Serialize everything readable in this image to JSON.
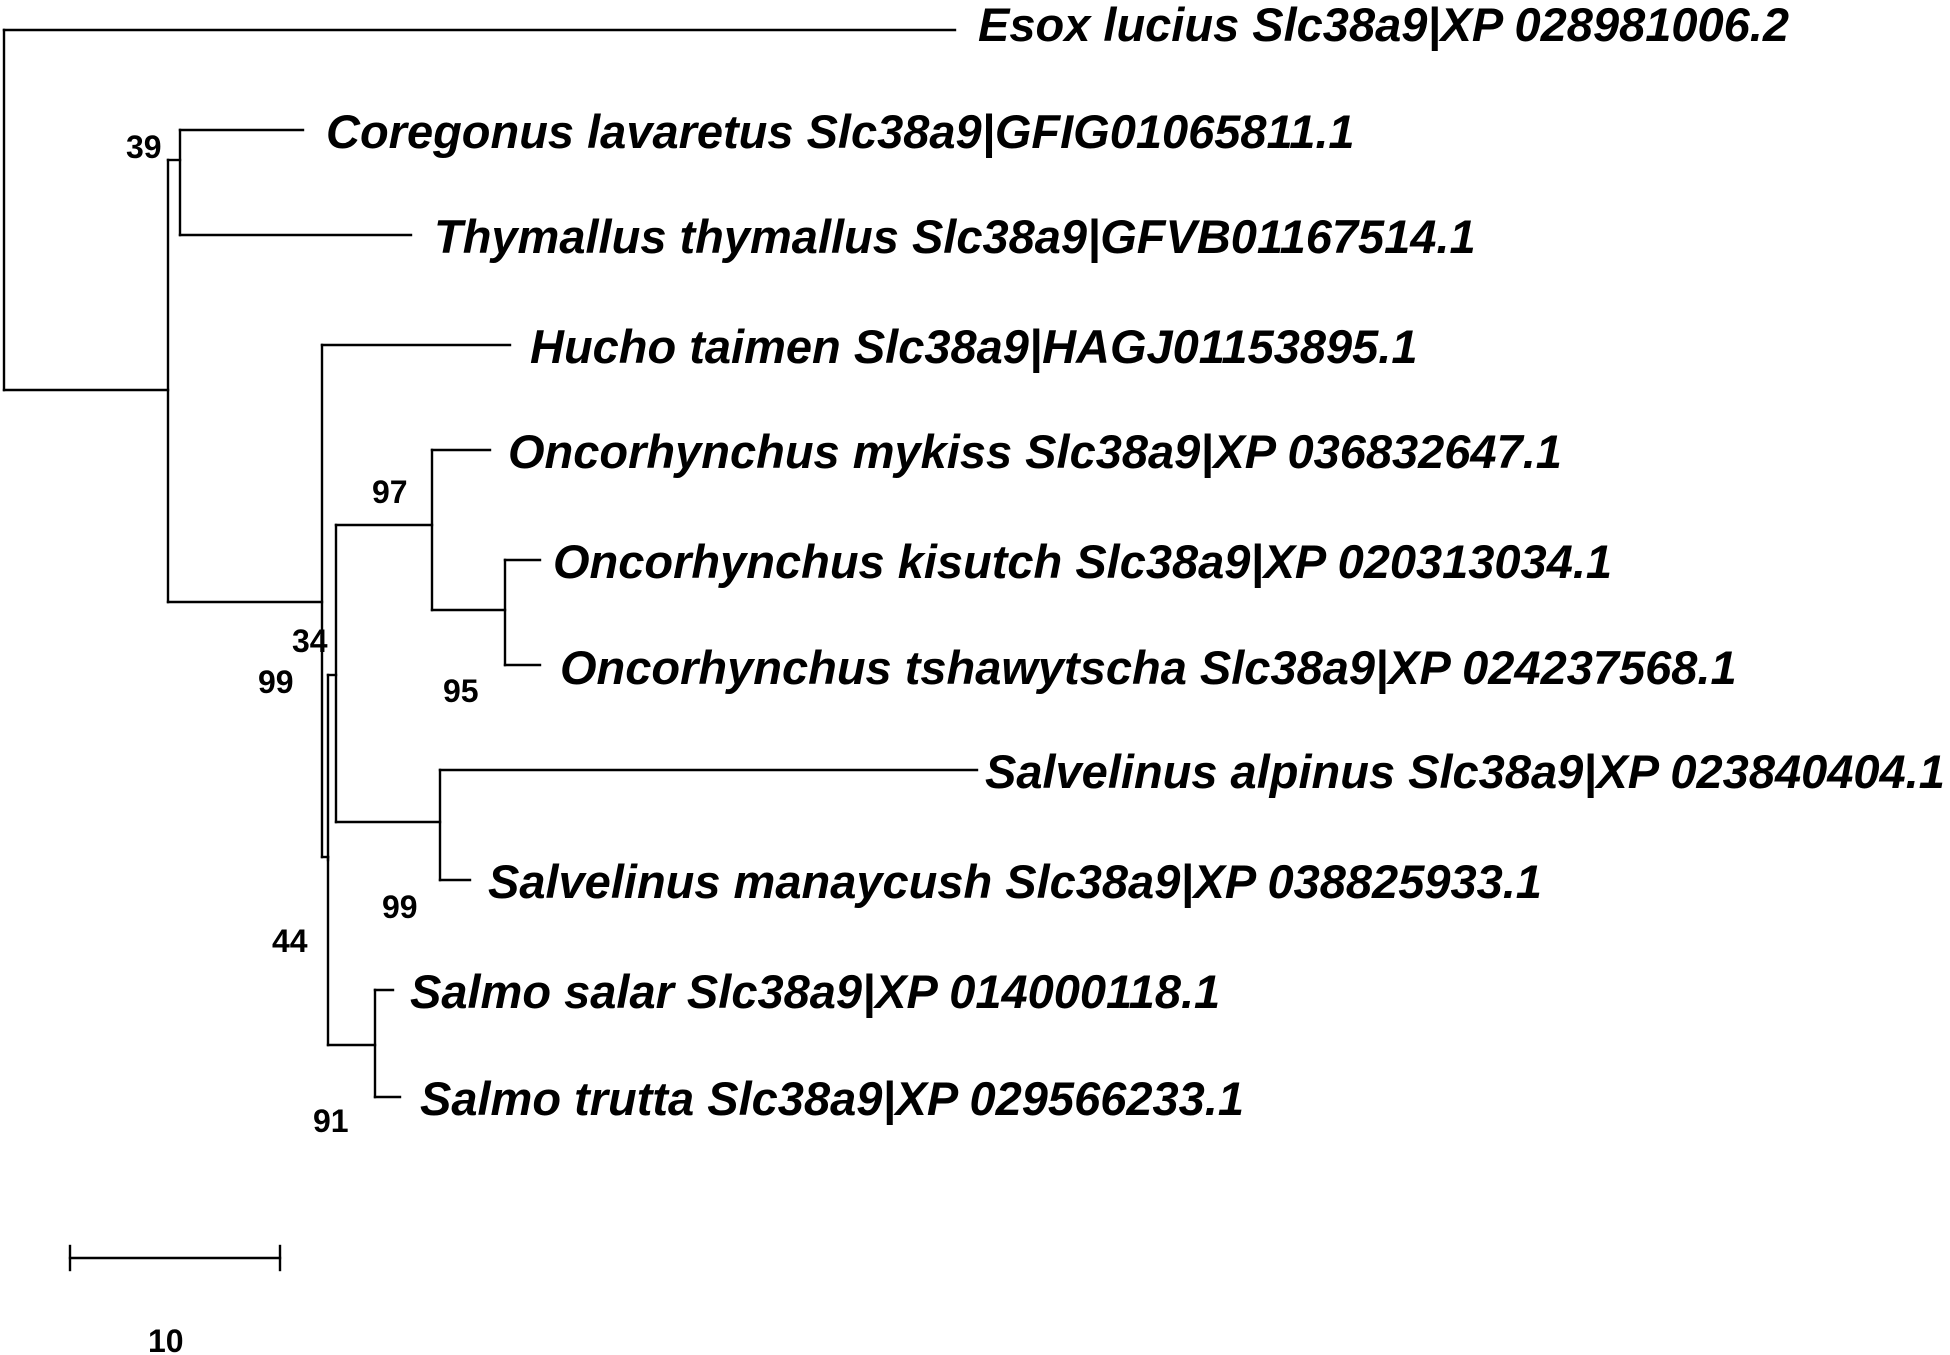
{
  "taxa": [
    "Esox lucius Slc38a9|XP 028981006.2",
    "Coregonus lavaretus Slc38a9|GFIG01065811.1",
    "Thymallus thymallus Slc38a9|GFVB01167514.1",
    "Hucho taimen Slc38a9|HAGJ01153895.1",
    "Oncorhynchus mykiss Slc38a9|XP 036832647.1",
    "Oncorhynchus kisutch Slc38a9|XP 020313034.1",
    "Oncorhynchus tshawytscha Slc38a9|XP 024237568.1",
    "Salvelinus alpinus Slc38a9|XP 023840404.1",
    "Salvelinus manaycush Slc38a9|XP 038825933.1",
    "Salmo salar Slc38a9|XP 014000118.1",
    "Salmo trutta Slc38a9|XP 029566233.1"
  ],
  "support_values": [
    "39",
    "97",
    "34",
    "99",
    "95",
    "99",
    "44",
    "91"
  ],
  "scale_bar": {
    "label": "10"
  },
  "colors": {
    "line": "#000000",
    "background": "#ffffff"
  }
}
